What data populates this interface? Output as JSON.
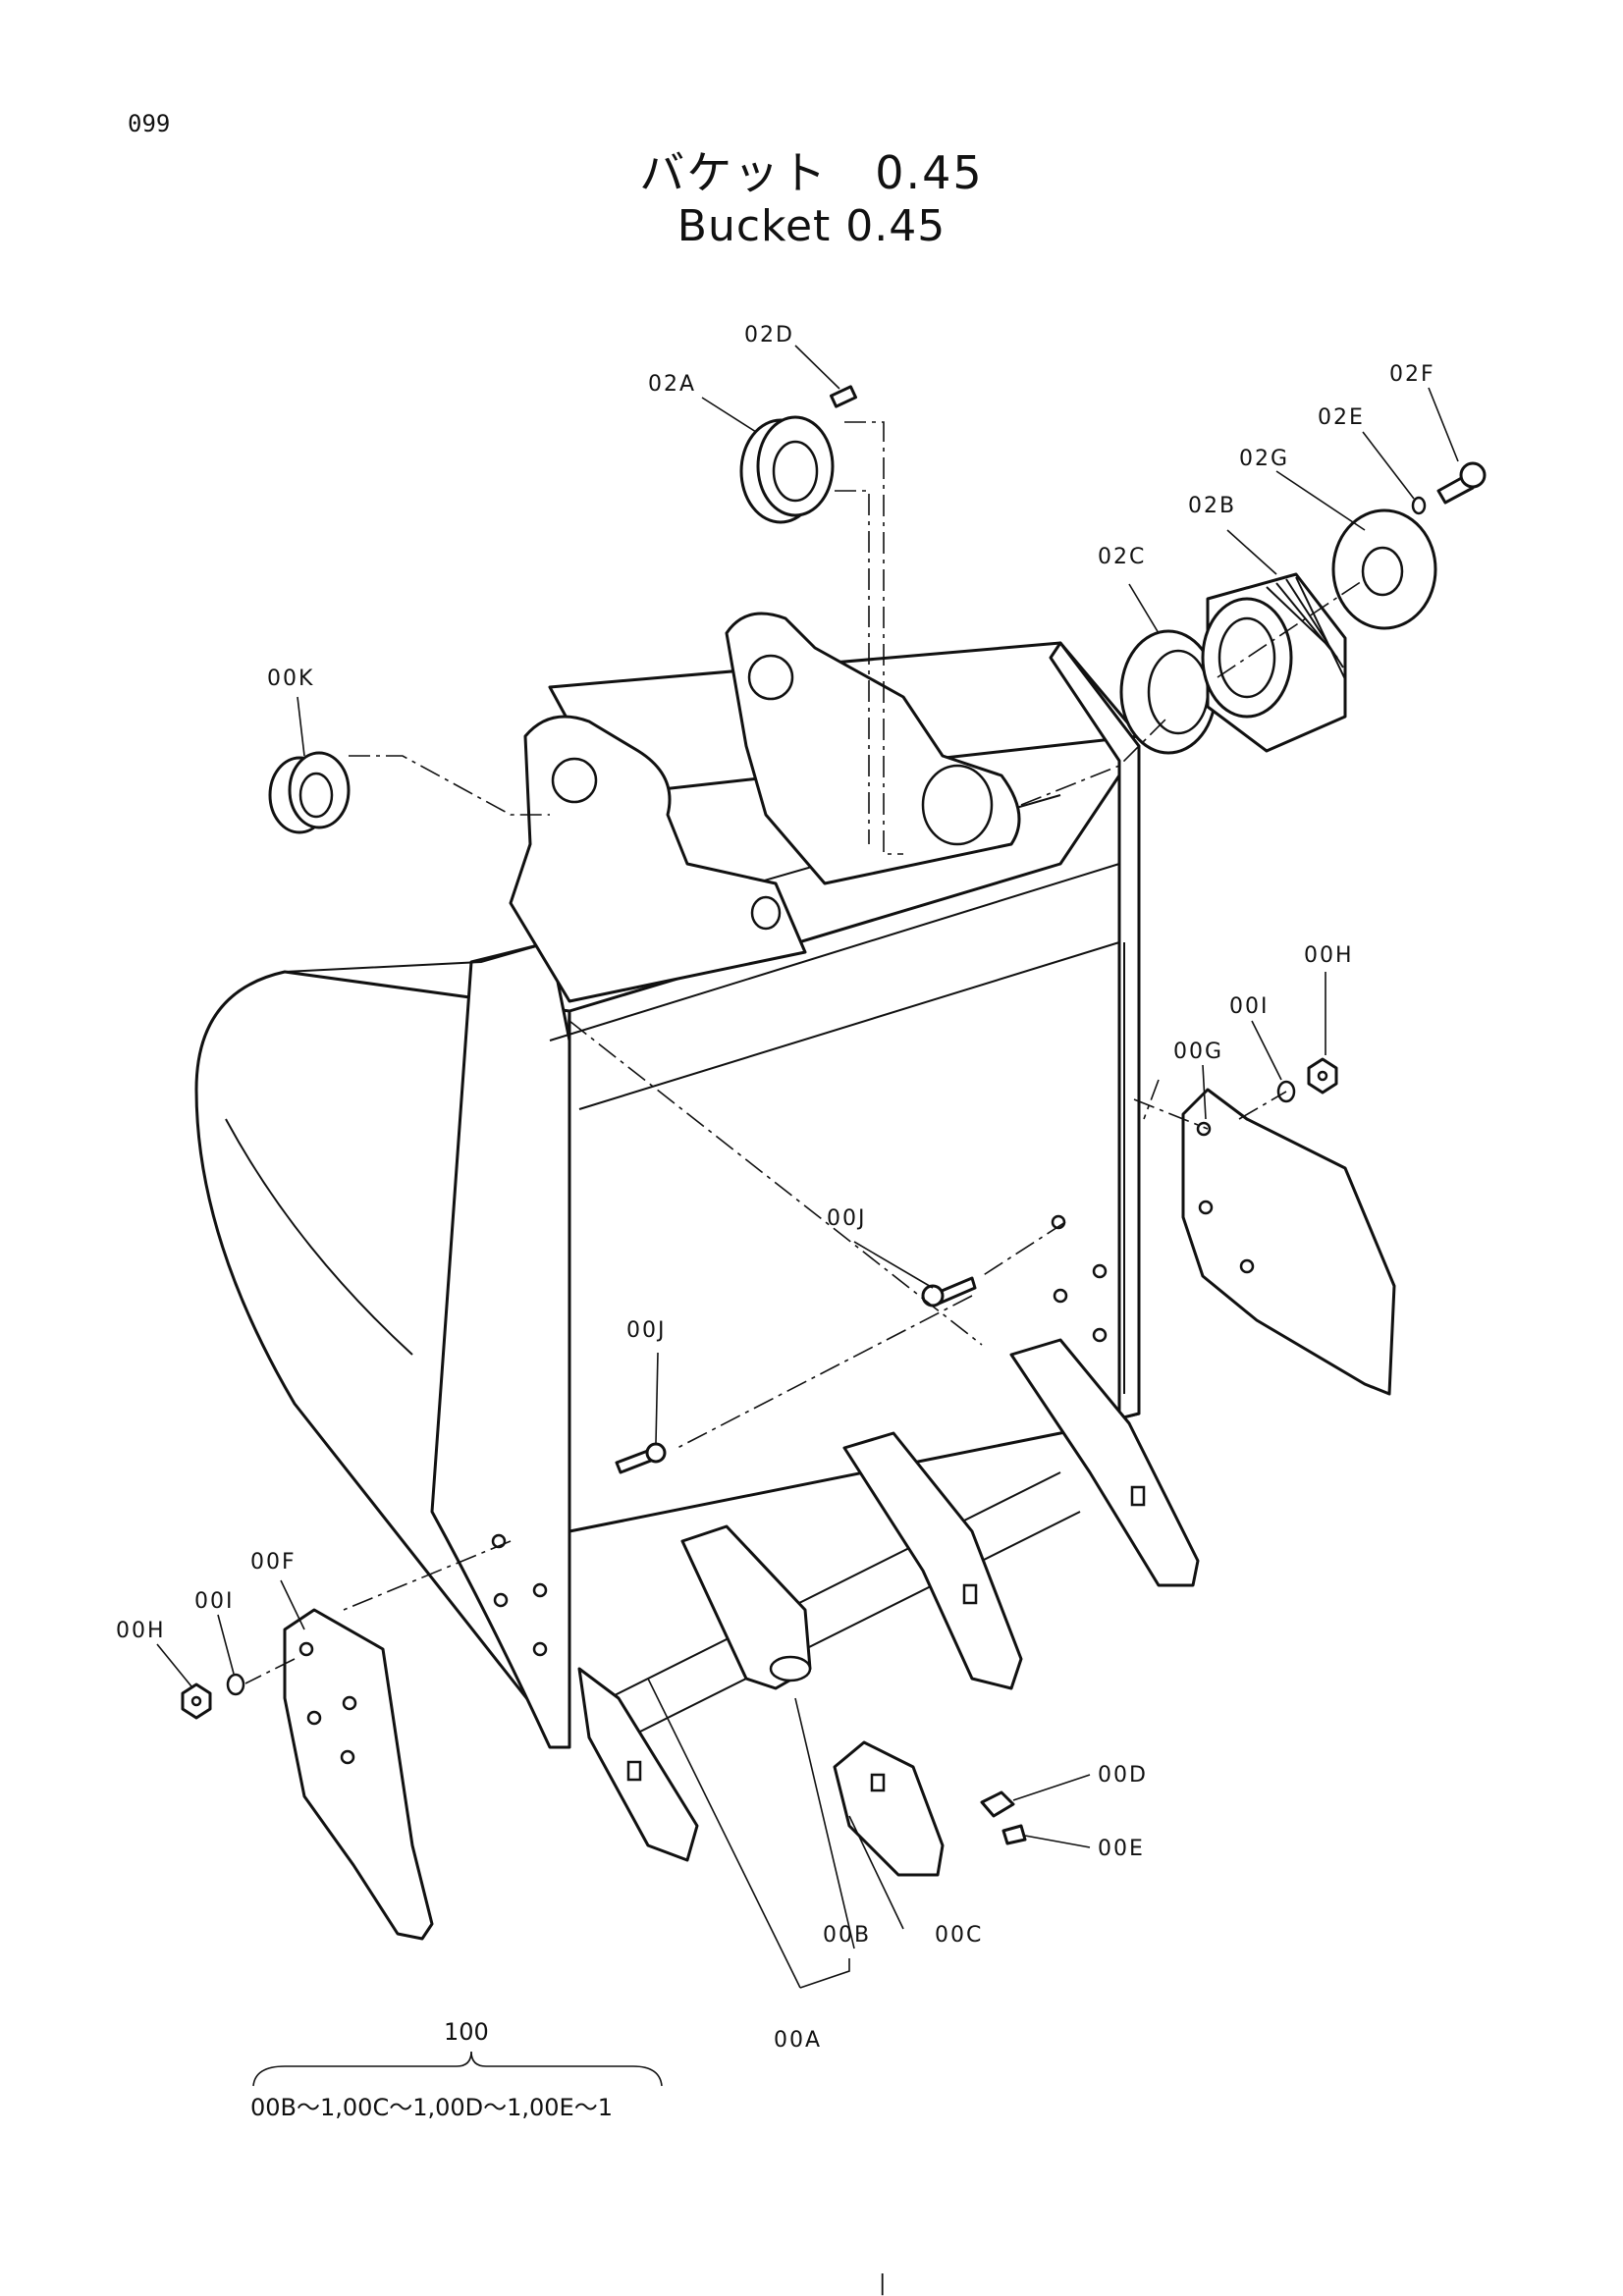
{
  "page_number": "099",
  "title_jp": "バケット　0.45",
  "title_en": "Bucket 0.45",
  "parts": {
    "p02D": "02D",
    "p02A": "02A",
    "p02F": "02F",
    "p02E": "02E",
    "p02G": "02G",
    "p02B": "02B",
    "p02C": "02C",
    "p00K": "00K",
    "p00H_right": "00H",
    "p00I_right": "00I",
    "p00G": "00G",
    "p00J_upper": "00J",
    "p00J_lower": "00J",
    "p00F": "00F",
    "p00I_left": "00I",
    "p00H_left": "00H",
    "p00D": "00D",
    "p00E": "00E",
    "p00B": "00B",
    "p00C": "00C",
    "p00A": "00A"
  },
  "kit": {
    "number": "100",
    "contents": "00B〜1,00C〜1,00D〜1,00E〜1"
  },
  "footer_mark": "|"
}
